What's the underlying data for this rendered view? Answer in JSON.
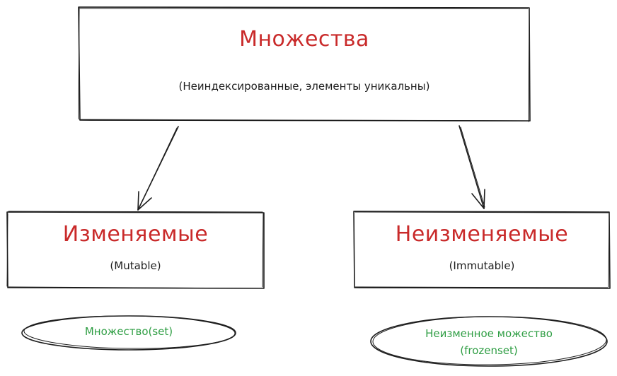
{
  "root": {
    "title": "Множества",
    "subtitle": "(Неиндексированные, элементы уникальны)"
  },
  "left": {
    "title": "Изменяемые",
    "subtitle": "(Mutable)",
    "example": "Множество(set)"
  },
  "right": {
    "title": "Неизменяемые",
    "subtitle": "(Immutable)",
    "example_line1": "Неизменное можество",
    "example_line2": "(frozenset)"
  },
  "colors": {
    "title": "#c92a2a",
    "text": "#1e1e1e",
    "example": "#2f9e44",
    "stroke": "#1e1e1e"
  }
}
